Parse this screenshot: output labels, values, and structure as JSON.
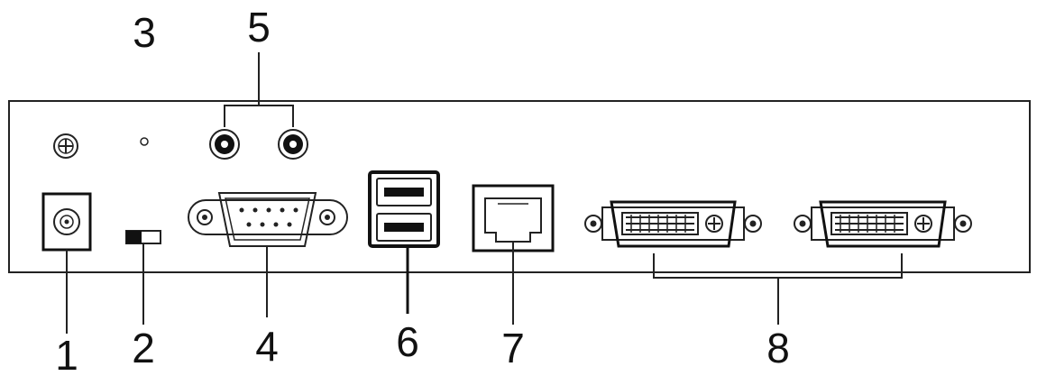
{
  "colors": {
    "line": "#222222",
    "background": "#ffffff",
    "fill_dark": "#111111"
  },
  "callouts": {
    "c1": "1",
    "c2": "2",
    "c3": "3",
    "c4": "4",
    "c5": "5",
    "c6": "6",
    "c7": "7",
    "c8": "8"
  },
  "components": [
    "grounding-terminal-icon",
    "power-jack-icon",
    "power-switch-icon",
    "led-indicator-icon",
    "audio-jack-icon",
    "serial-port-icon",
    "usb-port-icon",
    "rj45-port-icon",
    "dvi-port-icon"
  ]
}
